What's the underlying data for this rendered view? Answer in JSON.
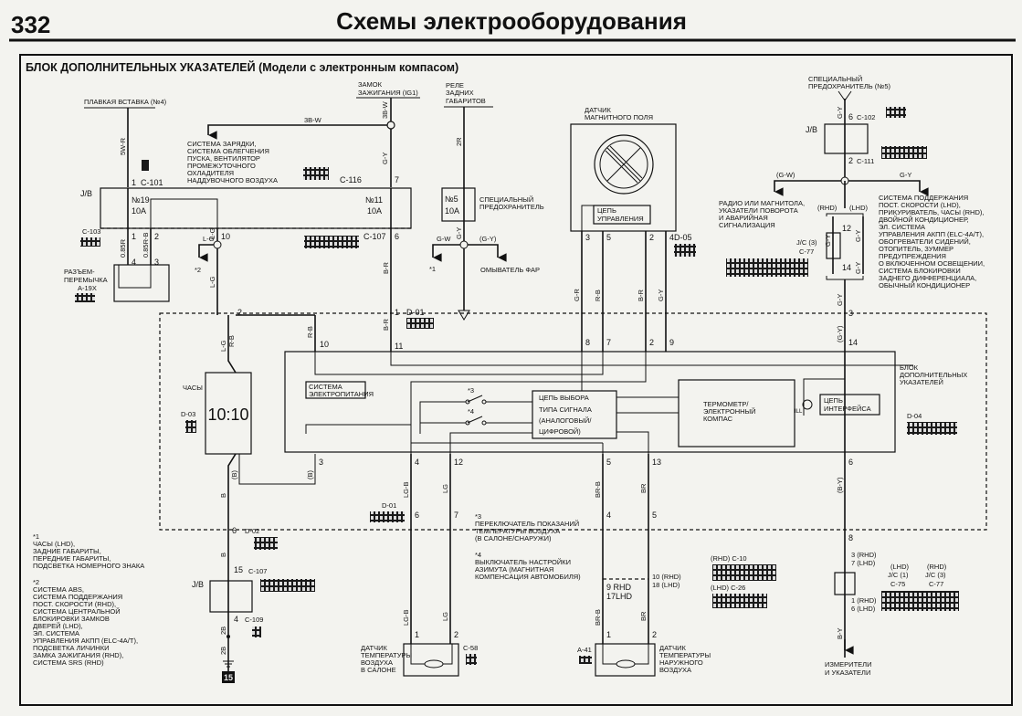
{
  "header": {
    "page_number": "332",
    "title": "Схемы электрооборудования"
  },
  "diagram_title": "БЛОК ДОПОЛНИТЕЛЬНЫХ УКАЗАТЕЛЕЙ (Модели с электронным компасом)",
  "fusible_link": "ПЛАВКАЯ ВСТАВКА (№4)",
  "ignition": [
    "ЗАМОК",
    "ЗАЖИГАНИЯ (IG1)"
  ],
  "tail_relay": [
    "РЕЛЕ",
    "ЗАДНИХ",
    "ГАБАРИТОВ"
  ],
  "charging": [
    "СИСТЕМА ЗАРЯДКИ,",
    "СИСТЕМА ОБЛЕГЧЕНИЯ",
    "ПУСКА, ВЕНТИЛЯТОР",
    "ПРОМЕЖУТОЧНОГО",
    "ОХЛАДИТЕЛЯ",
    "НАДДУВОЧНОГО ВОЗДУХА"
  ],
  "jb": "J/B",
  "fuses": {
    "f19": "№19",
    "f11": "№11",
    "f5": "№5",
    "amp": "10A"
  },
  "special_fuse": [
    "СПЕЦИАЛЬНЫЙ",
    "ПРЕДОХРАНИТЕЛЬ"
  ],
  "special_fuse_5": [
    "СПЕЦИАЛЬНЫЙ",
    "ПРЕДОХРАНИТЕЛЬ (№5)"
  ],
  "connectors": {
    "c101": "C-101",
    "c116": "C-116",
    "c103": "C-103",
    "c107": "C-107",
    "a19x": "A-19X",
    "d01": "D-01",
    "d05": "D-05",
    "c102": "C-102",
    "c111": "C-111",
    "jc3": "J/C (3)",
    "c77": "C-77",
    "d03": "D-03",
    "d04": "D-04",
    "d02": "D-02",
    "c109": "C-109",
    "c58": "C-58",
    "a41": "A-41",
    "c10": "(RHD) C-10",
    "c26": "(LHD) C-26",
    "jc1_lhd": "(LHD)",
    "jc1": "J/C (1)",
    "c75": "C-75",
    "jc3_rhd": "(RHD)",
    "jc3b": "J/C (3)",
    "c77b": "C-77"
  },
  "jumper": [
    "РАЗЪЕМ-",
    "ПЕРЕМЫЧКА"
  ],
  "wires": {
    "w5wr": "5W-R",
    "w3bw": "3B-W",
    "w3bw2": "3B-W",
    "w085r": "0.85R",
    "w085rb": "0.85R-B",
    "lg": "L-G",
    "lg2": "L-G",
    "lg3": "L-G",
    "br": "B-R",
    "br2": "B-R",
    "rb": "R-B",
    "rb2": "R-B",
    "w2r": "2R",
    "gy": "G-Y",
    "gy2": "G-Y",
    "gy_br": "G-W",
    "gy_paren": "(G-Y)",
    "gr": "G-R",
    "rb3": "R-B",
    "br3": "B-R",
    "gy3": "G-Y",
    "gy_r1": "G-Y",
    "gy_r2": "(G-W)",
    "gy_r3": "G-Y",
    "gy_r4": "G-Y",
    "gy_r5": "G-Y",
    "gy_r6": "G-Y",
    "gy_r7": "G-Y",
    "gy_r8": "(G-Y)",
    "b": "B",
    "b_paren": "(B)",
    "b_paren2": "(B)",
    "lgb": "LG-B",
    "lg4": "LG",
    "brb": "BR-B",
    "br4": "BR",
    "by_paren": "(B-Y)",
    "lgb2": "LG-B",
    "lg5": "LG",
    "brb2": "BR-B",
    "br5": "BR",
    "by": "B-Y",
    "b2": "B",
    "w2b": "2B",
    "w2b2": "2B"
  },
  "branch_marks": {
    "m1": "*1",
    "m2": "*2",
    "m3": "*3",
    "m4": "*4"
  },
  "washer": "ОМЫВАТЕЛЬ ФАР",
  "mag_sensor": [
    "ДАТЧИК",
    "МАГНИТНОГО ПОЛЯ"
  ],
  "control_circuit": [
    "ЦЕПЬ",
    "УПРАВЛЕНИЯ"
  ],
  "radio": [
    "РАДИО ИЛИ МАГНИТОЛА,",
    "УКАЗАТЕЛИ ПОВОРОТА",
    "И АВАРИЙНАЯ",
    "СИГНАЛИЗАЦИЯ"
  ],
  "rhd": "(RHD)",
  "lhd": "(LHD)",
  "cruise": [
    "СИСТЕМА ПОДДЕРЖАНИЯ",
    "ПОСТ. СКОРОСТИ (LHD),",
    "ПРИКУРИВАТЕЛЬ, ЧАСЫ (RHD),",
    "ДВОЙНОЙ КОНДИЦИОНЕР,",
    "ЭЛ. СИСТЕМА",
    "УПРАВЛЕНИЯ АКПП (ELC-4A/T),",
    "ОБОГРЕВАТЕЛИ СИДЕНИЙ,",
    "ОТОПИТЕЛЬ, ЗУММЕР",
    "ПРЕДУПРЕЖДЕНИЯ",
    "О ВКЛЮЧЕННОМ ОСВЕЩЕНИИ,",
    "СИСТЕМА БЛОКИРОВКИ",
    "ЗАДНЕГО ДИФФЕРЕНЦИАЛА,",
    "ОБЫЧНЫЙ КОНДИЦИОНЕР"
  ],
  "clock": {
    "label": "ЧАСЫ",
    "display": "10:10"
  },
  "power_system": [
    "СИСТЕМА",
    "ЭЛЕКТРОПИТАНИЯ"
  ],
  "signal_select": [
    "ЦЕПЬ ВЫБОРА",
    "ТИПА СИГНАЛА",
    "(АНАЛОГОВЫЙ/",
    "ЦИФРОВОЙ)"
  ],
  "thermo": [
    "ТЕРМОМЕТР/",
    "ЭЛЕКТРОННЫЙ",
    "КОМПАС"
  ],
  "interface": [
    "ЦЕПЬ",
    "ИНТЕРФЕЙСА"
  ],
  "bulb_label": "ILL",
  "module": [
    "БЛОК",
    "ДОПОЛНИТЕЛЬНЫХ",
    "УКАЗАТЕЛЕЙ"
  ],
  "pins": {
    "p1": "1",
    "p7": "7",
    "p1b": "1",
    "p2": "2",
    "p10": "10",
    "p6": "6",
    "p4": "4",
    "p3": "3",
    "pm3": "3",
    "pm5": "5",
    "pm2": "2",
    "pm4": "4",
    "pr6": "6",
    "pr2": "2",
    "pr12": "12",
    "pr14": "14",
    "pr3": "3",
    "ma2": "2",
    "ma10": "10",
    "ma11": "11",
    "ma8": "8",
    "ma7": "7",
    "ma2b": "2",
    "ma9": "9",
    "ma14": "14",
    "mb3": "3",
    "mb4": "4",
    "mb12": "12",
    "mb5": "5",
    "mb13": "13",
    "mb6": "6",
    "d1": "1",
    "d6": "6",
    "d7": "7",
    "d4": "4",
    "d5": "5",
    "dd1": "1",
    "s8": "8",
    "c15": "15",
    "c4": "4",
    "cd6": "6",
    "s1": "1",
    "s2": "2",
    "o1": "1",
    "o2": "2",
    "rhd9": "9 RHD",
    "lhd17": "17LHD",
    "rhd10": "10 (RHD)",
    "lhd18": "18 (LHD)",
    "rhd3": "3 (RHD)",
    "lhd7": "7 (LHD)",
    "rhd1": "1 (RHD)",
    "lhd6": "6 (LHD)"
  },
  "footnote1": [
    "*1",
    "ЧАСЫ (LHD),",
    "ЗАДНИЕ ГАБАРИТЫ,",
    "ПЕРЕДНИЕ ГАБАРИТЫ,",
    "ПОДСВЕТКА НОМЕРНОГО ЗНАКА"
  ],
  "footnote2": [
    "*2",
    "СИСТЕМА ABS,",
    "СИСТЕМА ПОДДЕРЖАНИЯ",
    "ПОСТ. СКОРОСТИ (RHD),",
    "СИСТЕМА ЦЕНТРАЛЬНОЙ",
    "БЛОКИРОВКИ ЗАМКОВ",
    "ДВЕРЕЙ (LHD),",
    "ЭЛ. СИСТЕМА",
    "УПРАВЛЕНИЯ АКПП (ELC-4A/T),",
    "ПОДСВЕТКА ЛИЧИНКИ",
    "ЗАМКА ЗАЖИГАНИЯ (RHD),",
    "СИСТЕМА SRS (RHD)"
  ],
  "footnote3": [
    "*3",
    "ПЕРЕКЛЮЧАТЕЛЬ ПОКАЗАНИЙ",
    "ТЕМПЕРАТУРЫ ВОЗДУХА",
    "(В САЛОНЕ/СНАРУЖИ)"
  ],
  "footnote4": [
    "*4",
    "ВЫКЛЮЧАТЕЛЬ НАСТРОЙКИ",
    "АЗИМУТА (МАГНИТНАЯ",
    "КОМПЕНСАЦИЯ АВТОМОБИЛЯ)"
  ],
  "inside_sensor": [
    "ДАТЧИК",
    "ТЕМПЕРАТУРЫ",
    "ВОЗДУХА",
    "В САЛОНЕ"
  ],
  "outside_sensor": [
    "ДАТЧИК",
    "ТЕМПЕРАТУРЫ",
    "НАРУЖНОГО",
    "ВОЗДУХА"
  ],
  "gauges": [
    "ИЗМЕРИТЕЛИ",
    "И УКАЗАТЕЛИ"
  ],
  "ground_no": "15"
}
